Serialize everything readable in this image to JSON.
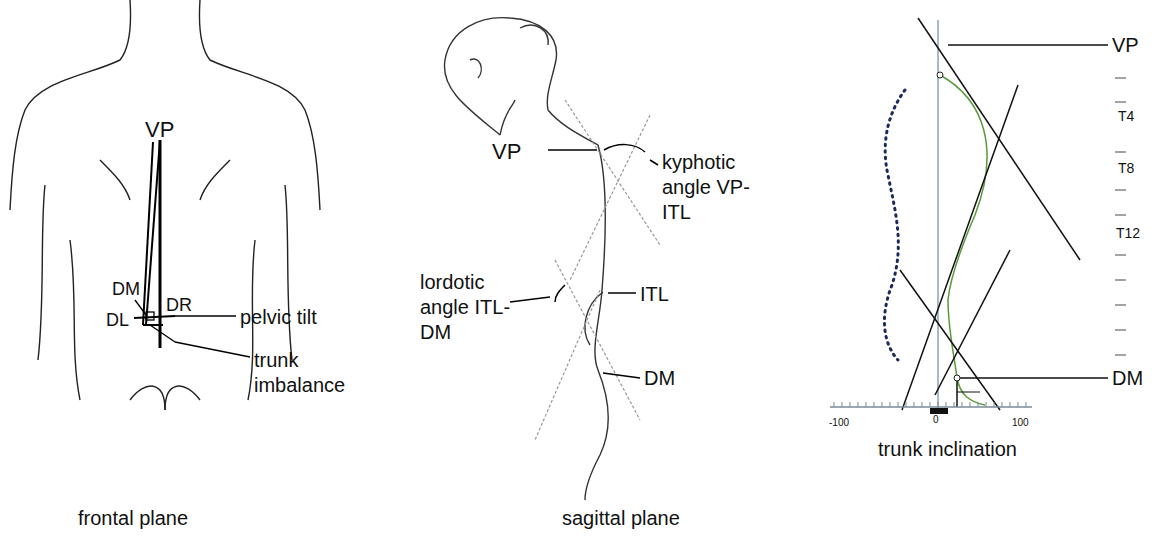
{
  "diagram": {
    "labels": [
      "VP",
      "DM",
      "DL",
      "DR",
      "pelvic tilt",
      "trunk imbalance",
      "frontal plane",
      "VP",
      "kyphotic angle VP-ITL",
      "lordotic angle ITL-DM",
      "ITL",
      "DM",
      "sagittal plane",
      "VP",
      "T4",
      "T8",
      "T12",
      "DM",
      "-100",
      "0",
      "100",
      "trunk inclination"
    ]
  }
}
